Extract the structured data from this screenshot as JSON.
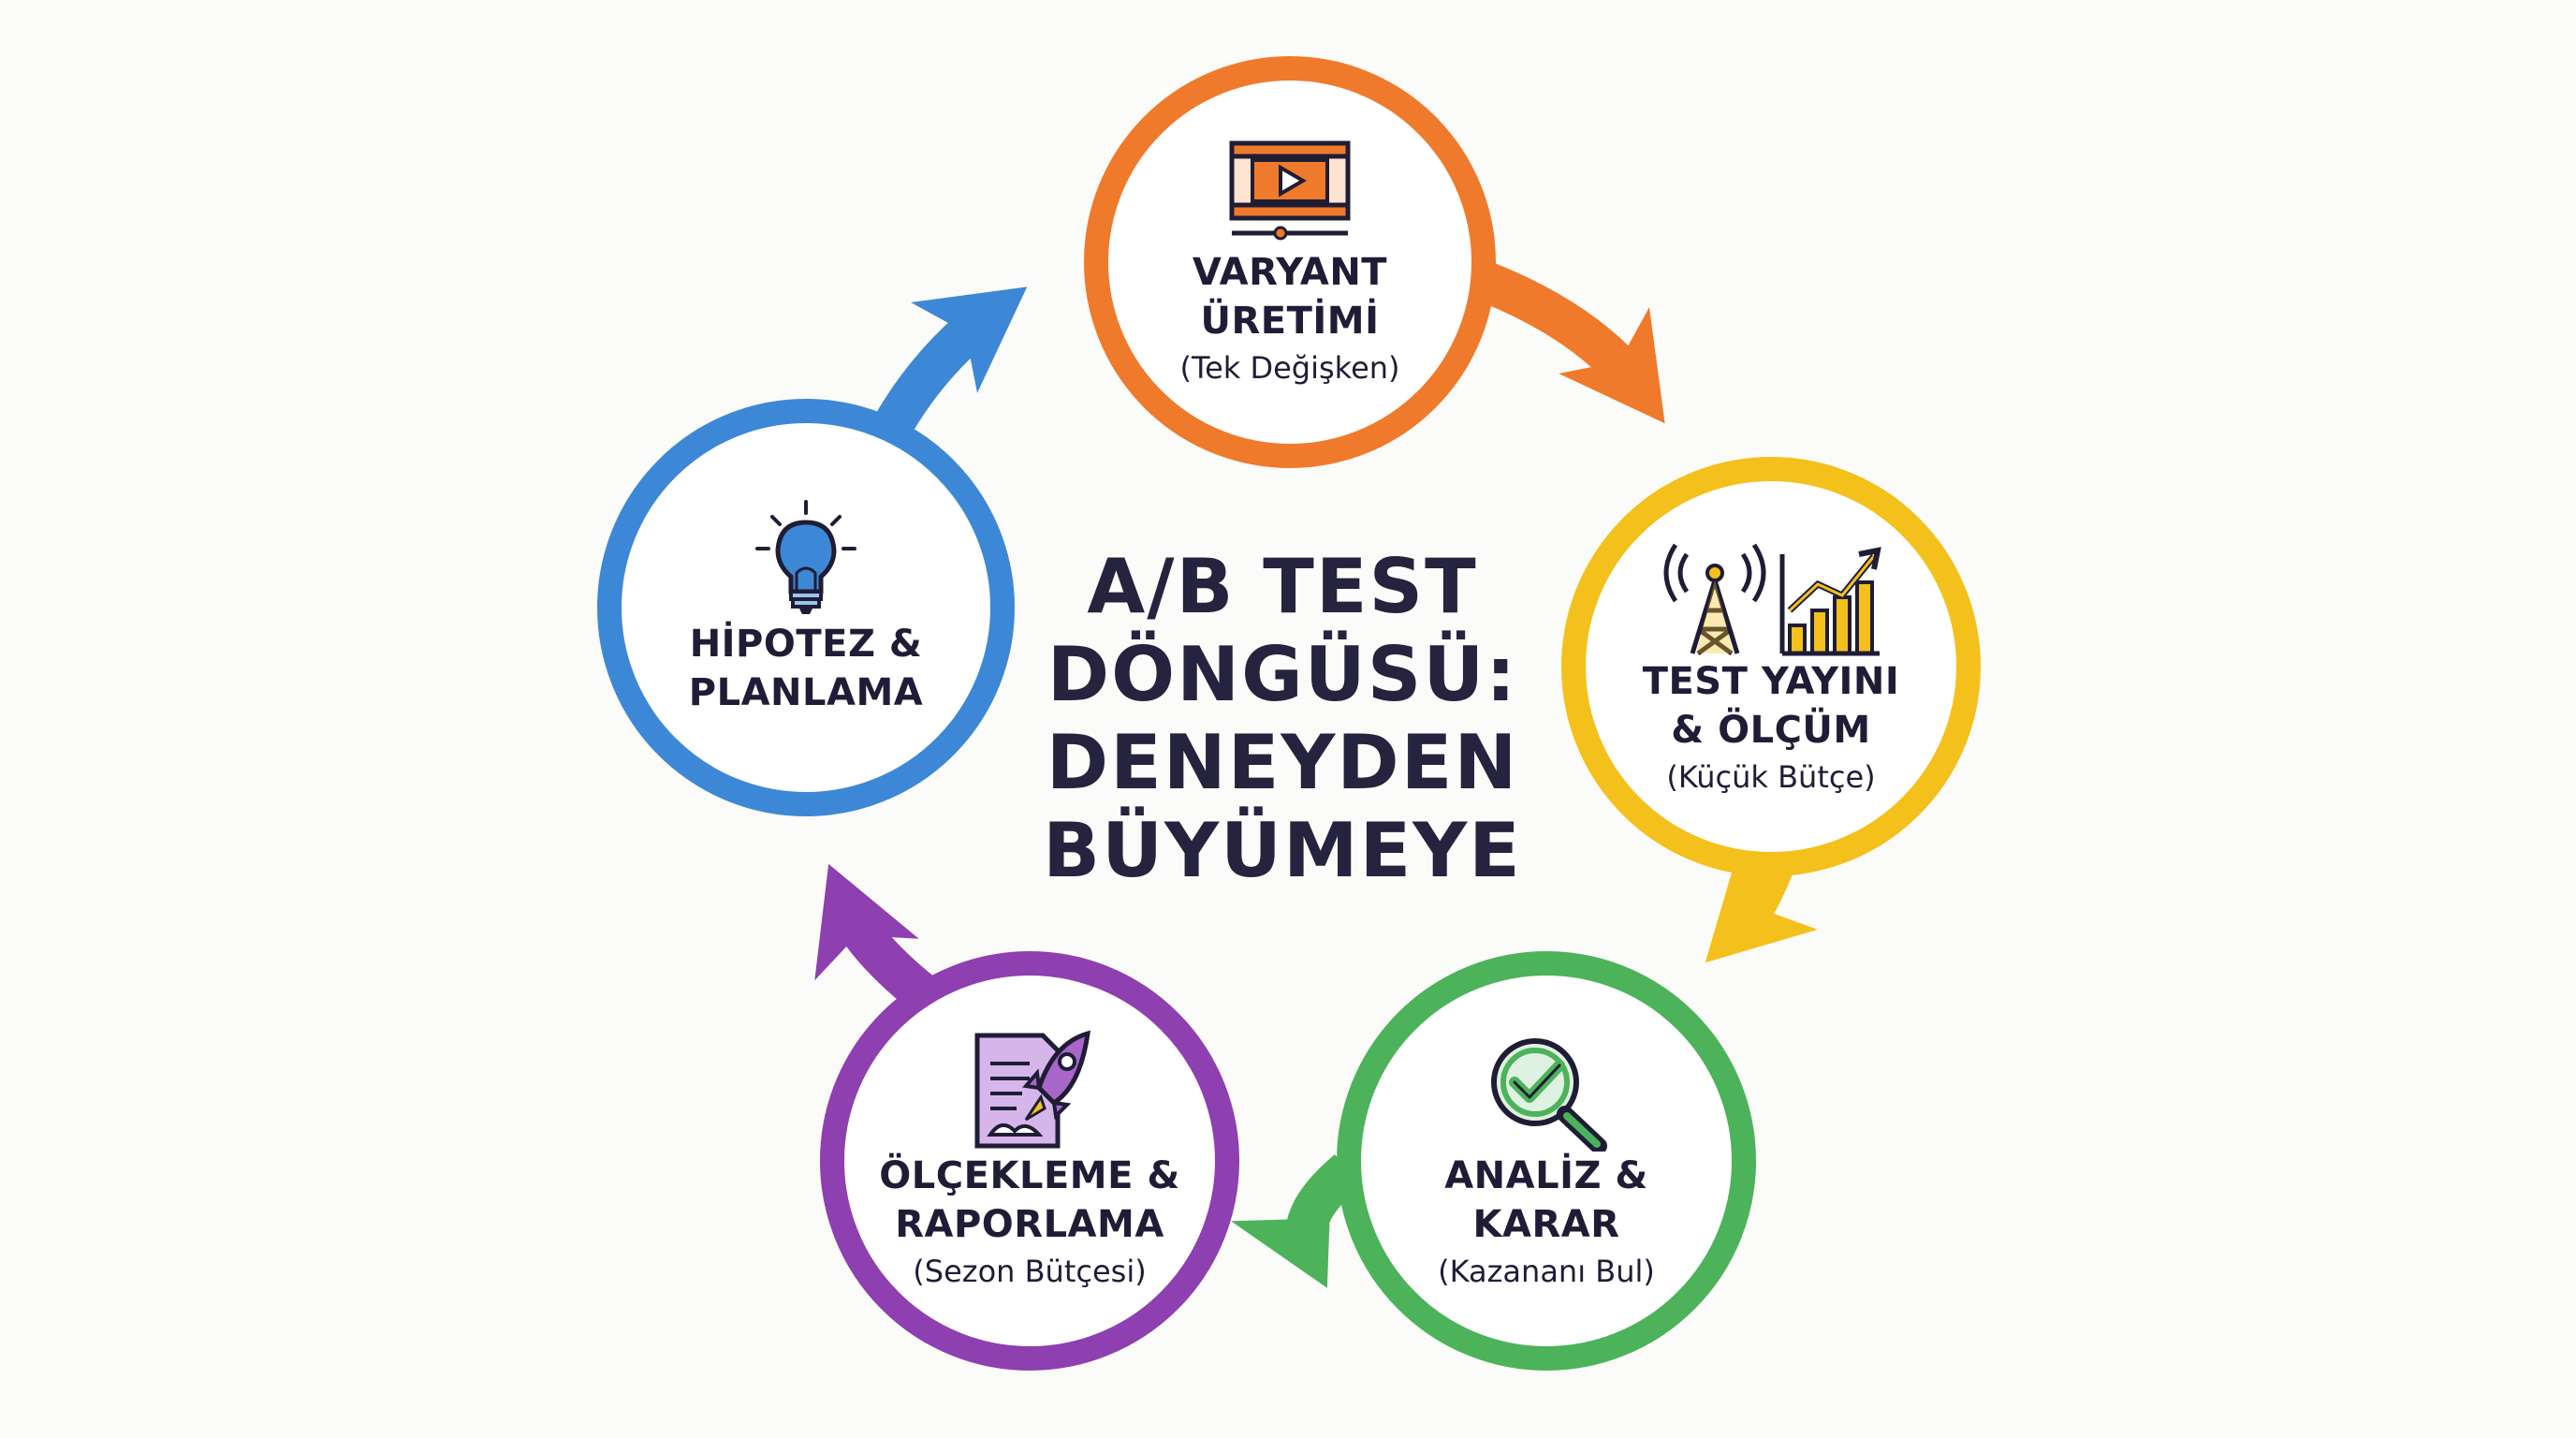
{
  "diagram": {
    "title": "A/B TEST\nDÖNGÜSÜ:\nDENEYDEN\nBÜYÜMEYE",
    "steps": [
      {
        "title": "VARYANT\nÜRETİMİ",
        "subtitle": "(Tek Değişken)",
        "icon": "video-player-icon",
        "color": "#f07a2b"
      },
      {
        "title": "TEST YAYINI\n& ÖLÇÜM",
        "subtitle": "(Küçük Bütçe)",
        "icon": "broadcast-tower-and-rising-chart-icon",
        "color": "#f4c01c"
      },
      {
        "title": "ANALİZ &\nKARAR",
        "subtitle": "(Kazananı Bul)",
        "icon": "magnifier-check-icon",
        "color": "#4cb35a"
      },
      {
        "title": "ÖLÇEKLEME &\nRAPORLAMA",
        "subtitle": "(Sezon Bütçesi)",
        "icon": "report-rocket-icon",
        "color": "#8e3fb0"
      },
      {
        "title": "HİPOTEZ &\nPLANLAMA",
        "subtitle": "",
        "icon": "lightbulb-icon",
        "color": "#3d88d6"
      }
    ]
  }
}
